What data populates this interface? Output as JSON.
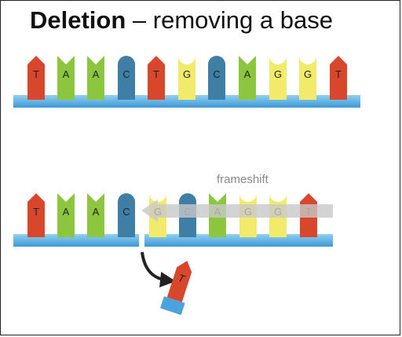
{
  "title": {
    "bold": "Deletion",
    "rest": " – removing a base"
  },
  "colors": {
    "T": "#d8472b",
    "A": "#8cc63f",
    "C": "#3f7fa6",
    "G": "#f2ea6a",
    "backbone": "#5aaee0",
    "arrow": "#cfcfcf",
    "arrowText": "#8a8a8a"
  },
  "strand_top": [
    "T",
    "A",
    "A",
    "C",
    "T",
    "G",
    "C",
    "A",
    "G",
    "G",
    "T"
  ],
  "strand_bottom": [
    "T",
    "A",
    "A",
    "C",
    "G",
    "C",
    "A",
    "G",
    "G",
    "T"
  ],
  "frameshift_label": "frameshift",
  "deleted_base": "T"
}
